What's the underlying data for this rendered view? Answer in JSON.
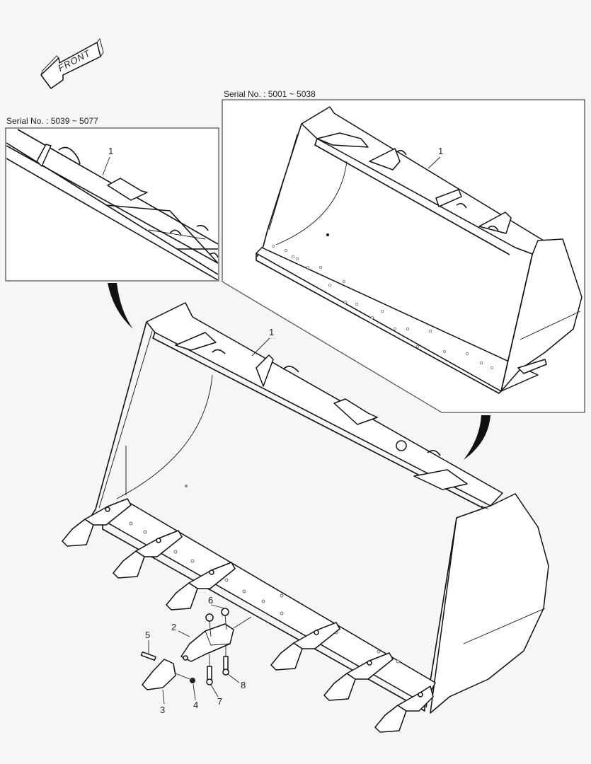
{
  "diagram": {
    "type": "exploded parts diagram",
    "subject": "Wheel loader bucket with cutting edge teeth",
    "orientation_marker": {
      "label": "FRONT",
      "icon": "front-arrow-icon"
    },
    "insets": [
      {
        "id": "inset-left",
        "serial_label": "Serial No. : 5039 ~ 5077",
        "callouts": [
          "1"
        ]
      },
      {
        "id": "inset-right",
        "serial_label": "Serial No. : 5001 ~ 5038",
        "callouts": [
          "1"
        ]
      }
    ],
    "main_callouts": [
      "1",
      "2",
      "3",
      "4",
      "5",
      "6",
      "7",
      "8"
    ],
    "tooth_count": 7
  },
  "labels": {
    "front": "FRONT",
    "serial_left": "Serial No. : 5039 ~ 5077",
    "serial_right": "Serial No. : 5001 ~ 5038",
    "c1_left": "1",
    "c1_right": "1",
    "c1_main": "1",
    "c2": "2",
    "c3": "3",
    "c4": "4",
    "c5": "5",
    "c6": "6",
    "c7": "7",
    "c8": "8"
  },
  "colors": {
    "background": "#f6f6f6",
    "line": "#111111",
    "frame": "#555555"
  }
}
